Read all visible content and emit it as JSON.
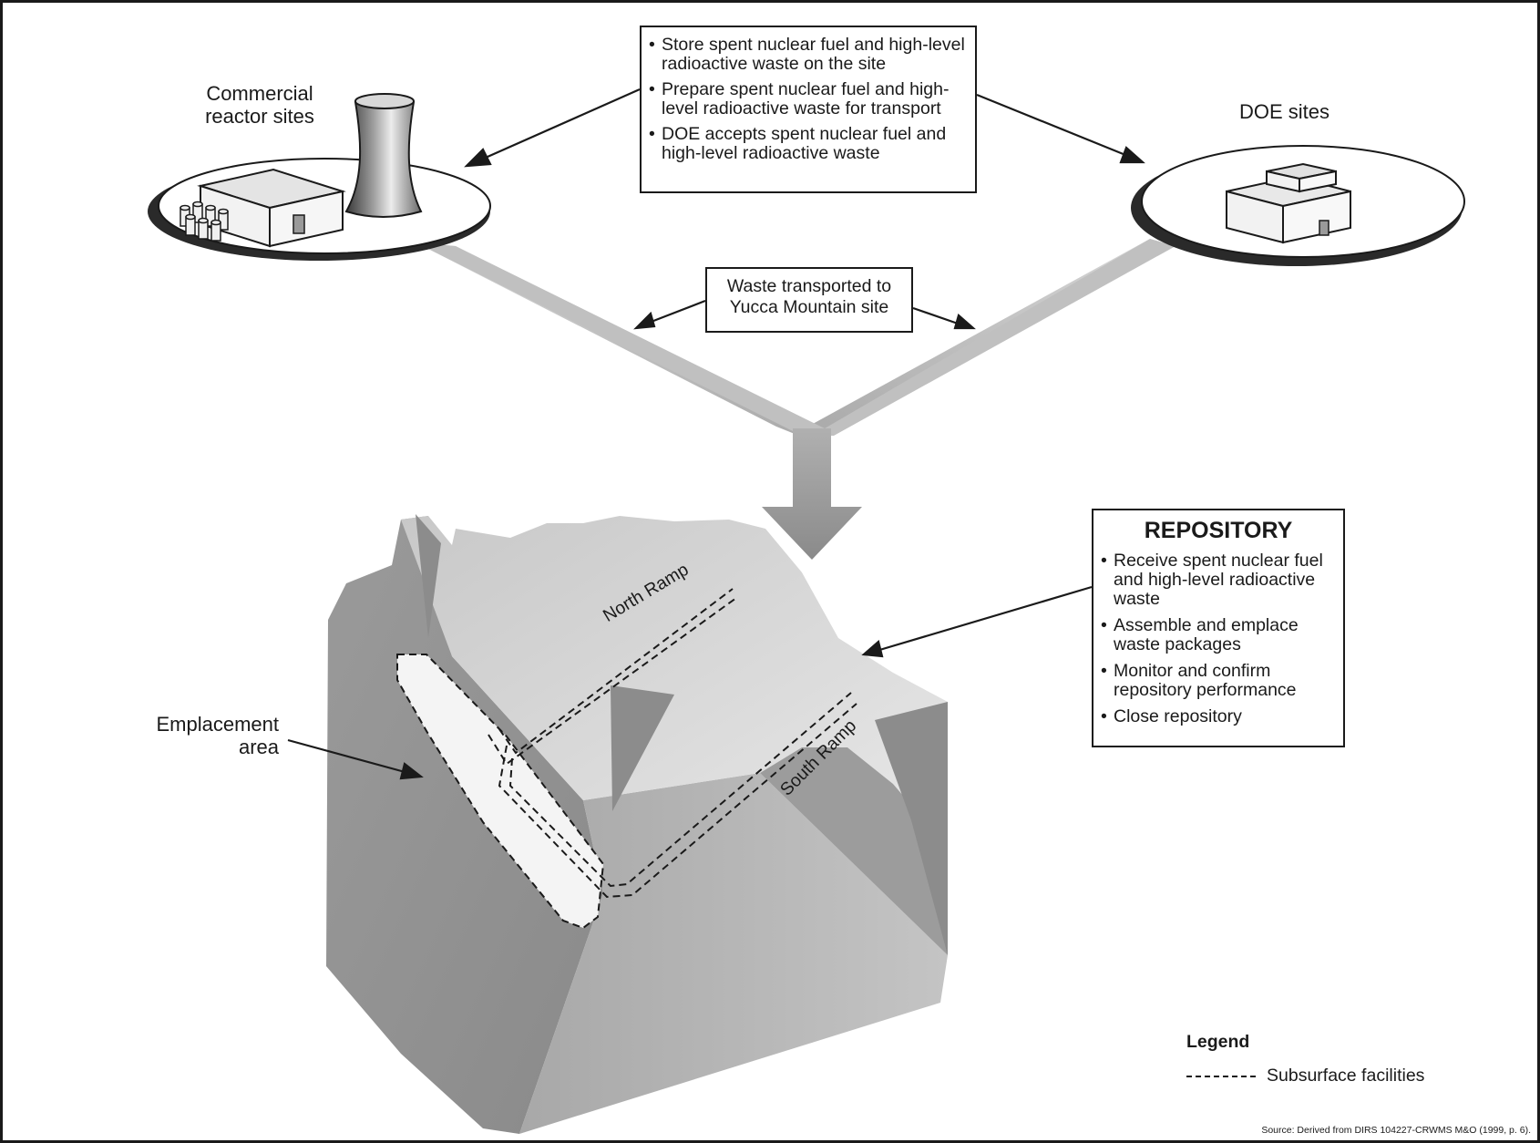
{
  "top_box": {
    "items": [
      "Store spent nuclear fuel and high-level radioactive waste on the site",
      "Prepare spent nuclear fuel and high-level radioactive waste for transport",
      "DOE accepts spent nuclear fuel and high-level radioactive waste"
    ]
  },
  "labels": {
    "commercial": "Commercial reactor sites",
    "doe": "DOE sites",
    "transport": "Waste transported to Yucca Mountain site",
    "emplacement": "Emplacement area",
    "north_ramp": "North Ramp",
    "south_ramp": "South Ramp"
  },
  "repository": {
    "title": "REPOSITORY",
    "items": [
      "Receive spent nuclear fuel and high-level radioactive waste",
      "Assemble and emplace waste packages",
      "Monitor and confirm repository performance",
      "Close repository"
    ]
  },
  "legend": {
    "title": "Legend",
    "item": "Subsurface facilities"
  },
  "source": "Source:  Derived from DIRS 104227-CRWMS M&O (1999, p. 6)."
}
